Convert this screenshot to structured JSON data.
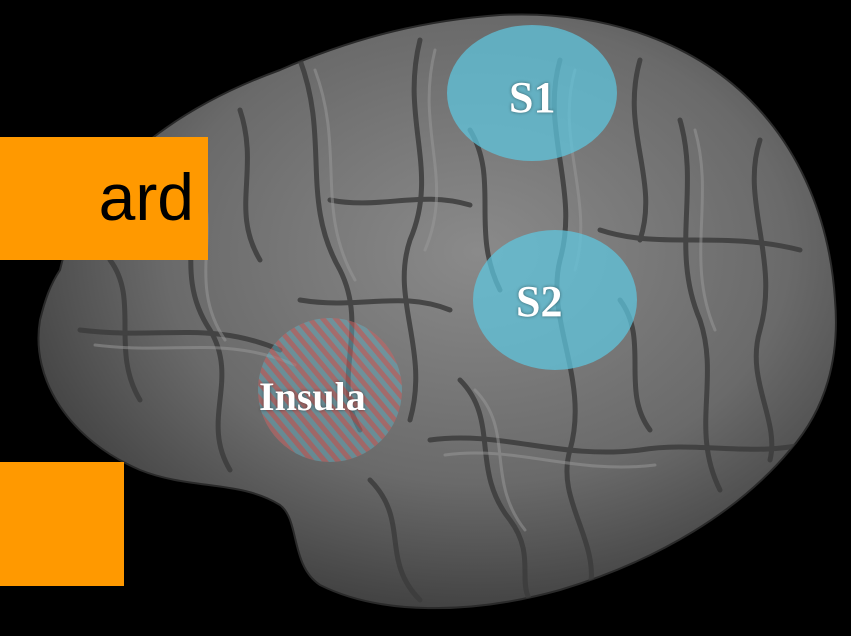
{
  "overlay": {
    "top_box_text": "ard"
  },
  "regions": {
    "s1_label": "S1",
    "s2_label": "S2",
    "insula_label": "Insula"
  },
  "colors": {
    "background": "#000000",
    "orange_box": "#ff9900",
    "brain_surface": "#6e6e6e",
    "region_highlight": "#5ec8e0",
    "insula_stripe_red": "#c86464",
    "insula_stripe_cyan": "#64b4c8",
    "label_text": "#ffffff"
  }
}
